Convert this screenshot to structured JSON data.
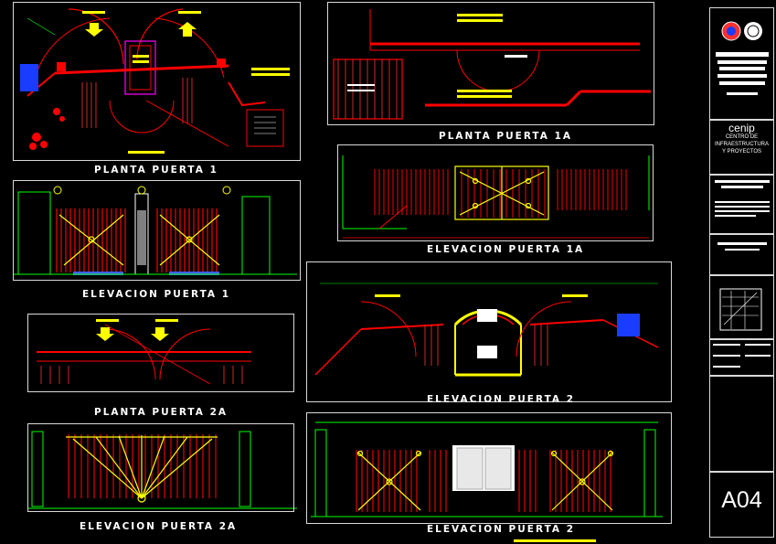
{
  "drawing_titles": {
    "planta_1": "PLANTA PUERTA 1",
    "elevacion_1": "ELEVACION PUERTA 1",
    "planta_2a": "PLANTA PUERTA 2A",
    "elevacion_2a": "ELEVACION PUERTA 2A",
    "planta_1a": "PLANTA PUERTA 1A",
    "elevacion_1a": "ELEVACION PUERTA 1A",
    "elevacion_2_top": "ELEVACION PUERTA 2",
    "elevacion_2_bottom": "ELEVACION PUERTA 2"
  },
  "title_block": {
    "org_name": "cenip",
    "org_subtitle_line1": "CENTRO DE",
    "org_subtitle_line2": "INFRAESTRUCTURA",
    "org_subtitle_line3": "Y PROYECTOS",
    "sheet_number": "A04"
  },
  "colors": {
    "background": "#000000",
    "primary_lines": "#ff0000",
    "hatch": "#e60000",
    "accent_yellow": "#ffff00",
    "accent_green": "#00ff00",
    "accent_magenta": "#ff00ff",
    "frame": "#d9d9d9",
    "text": "#ffffff"
  }
}
